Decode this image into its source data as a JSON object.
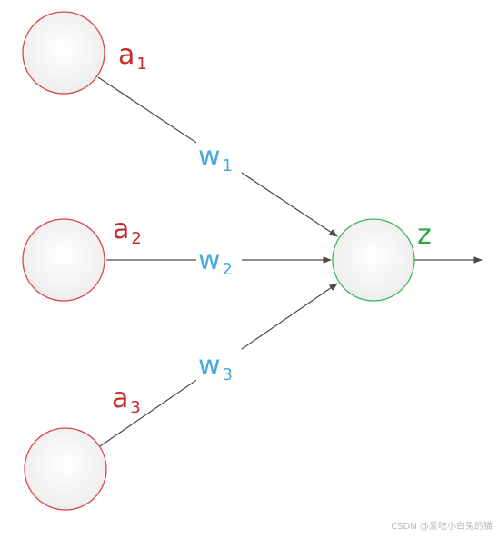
{
  "diagram": {
    "colors": {
      "input_node_stroke": "#d94545",
      "output_node_stroke": "#3fb65a",
      "input_label": "#c42b2b",
      "weight_label": "#4aa9dc",
      "output_label": "#2ea64a",
      "edge": "#4a4a4a",
      "node_fill": "#f3f3f3"
    },
    "input_nodes": [
      {
        "label": "a",
        "subscript": "1"
      },
      {
        "label": "a",
        "subscript": "2"
      },
      {
        "label": "a",
        "subscript": "3"
      }
    ],
    "weights": [
      {
        "label": "w",
        "subscript": "1"
      },
      {
        "label": "w",
        "subscript": "2"
      },
      {
        "label": "w",
        "subscript": "3"
      }
    ],
    "output_node": {
      "label": "z"
    }
  },
  "watermark": "CSDN @爱吃小白兔的猫"
}
